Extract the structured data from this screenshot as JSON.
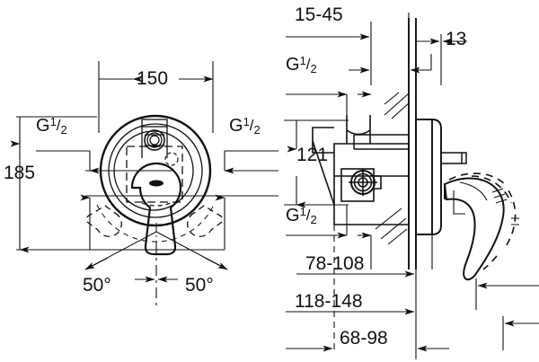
{
  "drawing": {
    "title": "Concealed single-lever bath/shower mixer — dimensional drawing",
    "units": "mm",
    "line_color": "#111111",
    "background_color": "#ffffff",
    "views": [
      {
        "name": "front-view",
        "description": "Circular escutcheon plate with single lever handle, front elevation"
      },
      {
        "name": "side-section-view",
        "description": "Side sectional view through wall showing concealed body, escutcheon and lever handle swing"
      }
    ]
  },
  "dimensions": {
    "width_150": {
      "label": "150",
      "view": "front-view",
      "orientation": "horizontal"
    },
    "height_185": {
      "label": "185",
      "view": "front-view",
      "orientation": "vertical"
    },
    "angle_left_50": {
      "label": "50°",
      "view": "front-view"
    },
    "angle_right_50": {
      "label": "50°",
      "view": "front-view"
    },
    "inlet_top_left": {
      "label_g": "G",
      "label_num": "1",
      "label_slash": "/",
      "label_den": "2",
      "view": "front-view"
    },
    "inlet_top_right": {
      "label_g": "G",
      "label_num": "1",
      "label_slash": "/",
      "label_den": "2",
      "view": "front-view"
    },
    "depth_15_45": {
      "label": "15-45",
      "view": "side-section-view",
      "orientation": "horizontal"
    },
    "depth_13": {
      "label": "13",
      "view": "side-section-view",
      "orientation": "horizontal"
    },
    "height_121": {
      "label": "121",
      "view": "side-section-view",
      "orientation": "vertical"
    },
    "inlet_side_upper": {
      "label_g": "G",
      "label_num": "1",
      "label_slash": "/",
      "label_den": "2",
      "view": "side-section-view"
    },
    "inlet_side_lower": {
      "label_g": "G",
      "label_num": "1",
      "label_slash": "/",
      "label_den": "2",
      "view": "side-section-view"
    },
    "depth_78_108": {
      "label": "78-108",
      "view": "side-section-view",
      "orientation": "horizontal"
    },
    "depth_118_148": {
      "label": "118-148",
      "view": "side-section-view",
      "orientation": "horizontal"
    },
    "depth_68_98": {
      "label": "68-98",
      "view": "side-section-view",
      "orientation": "horizontal"
    }
  }
}
